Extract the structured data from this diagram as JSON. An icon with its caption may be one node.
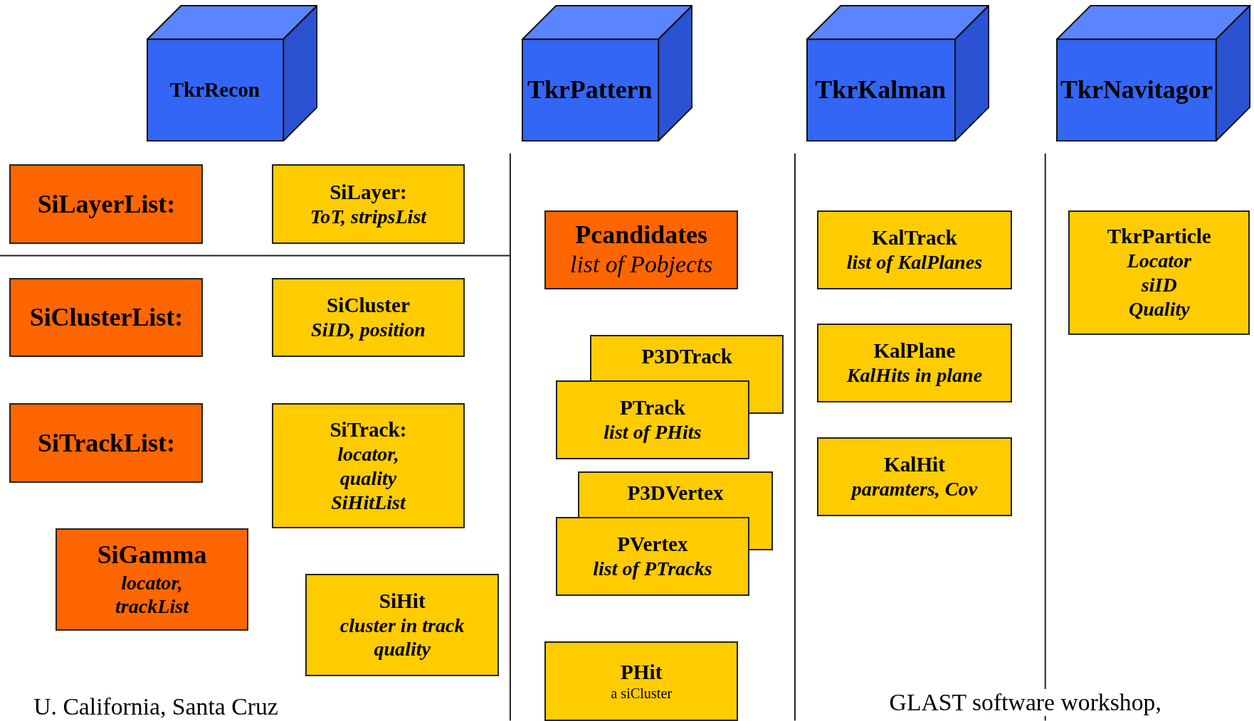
{
  "diagram": {
    "nodes": [
      {
        "text": [
          "TkrRecon"
        ]
      },
      {
        "text": [
          "TkrPattern"
        ]
      },
      {
        "text": [
          "TkrKalman"
        ]
      },
      {
        "text": [
          "TkrNavitagor"
        ]
      },
      {
        "text": [
          "SiLayerList:"
        ]
      },
      {
        "text": [
          "SiLayer:",
          "ToT, stripsList"
        ]
      },
      {
        "text": [
          "SiClusterList:"
        ]
      },
      {
        "text": [
          "SiCluster",
          "SiID, position"
        ]
      },
      {
        "text": [
          "SiTrackList:"
        ]
      },
      {
        "text": [
          "SiTrack:",
          "locator,",
          "quality",
          "SiHitList"
        ]
      },
      {
        "text": [
          "SiGamma",
          "locator,",
          "trackList"
        ]
      },
      {
        "text": [
          "SiHit",
          "cluster in track",
          "quality"
        ]
      },
      {
        "text": [
          "Pcandidates",
          "list of Pobjects"
        ]
      },
      {
        "text": [
          "P3DTrack"
        ]
      },
      {
        "text": [
          "PTrack",
          "list of PHits"
        ]
      },
      {
        "text": [
          "P3DVertex"
        ]
      },
      {
        "text": [
          "PVertex",
          "list of PTracks"
        ]
      },
      {
        "text": [
          "PHit",
          "a siCluster"
        ]
      },
      {
        "text": [
          "KalTrack",
          "list of KalPlanes"
        ]
      },
      {
        "text": [
          "KalPlane",
          "KalHits in plane"
        ]
      },
      {
        "text": [
          "KalHit",
          "paramters, Cov"
        ]
      },
      {
        "text": [
          "TkrParticle",
          "Locator",
          "siID",
          "Quality"
        ]
      }
    ],
    "edges": [],
    "labels": [
      "U. California, Santa Cruz",
      "GLAST software workshop,"
    ]
  }
}
